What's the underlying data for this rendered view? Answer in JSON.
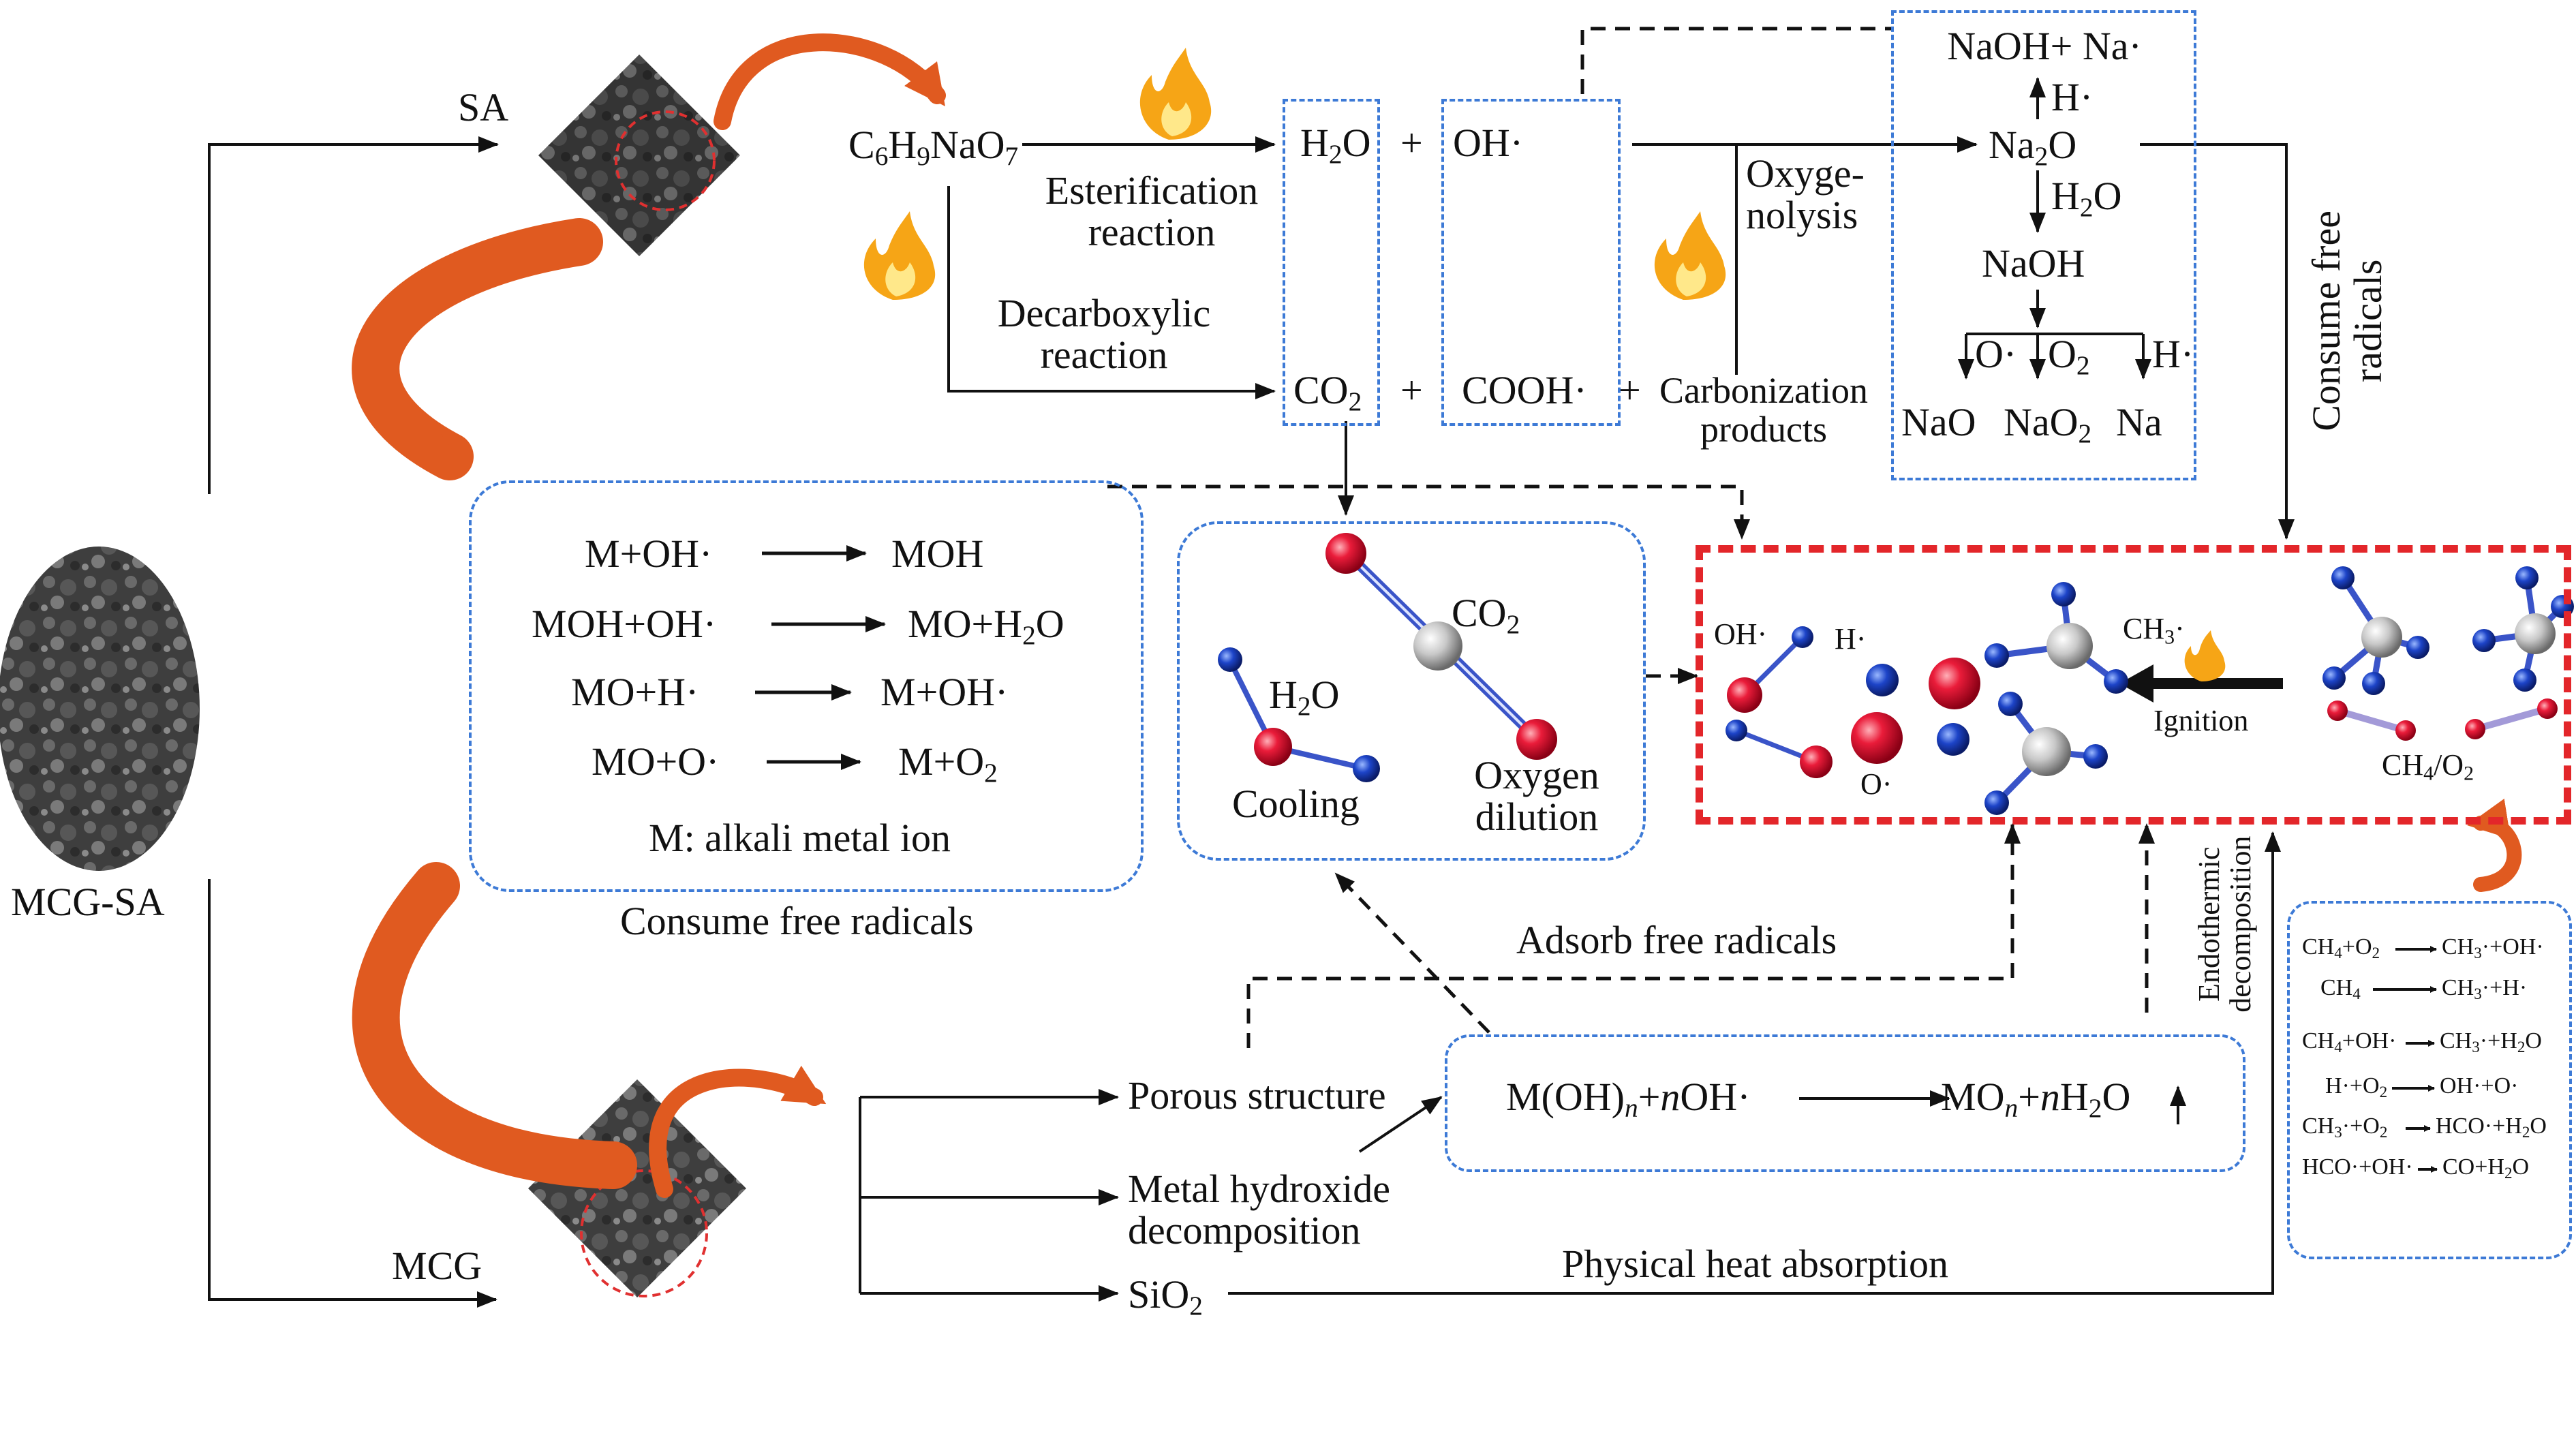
{
  "colors": {
    "flame": "#f08a24",
    "arrow_orange": "#e05a20",
    "blue_dash": "#3d7ad6",
    "red_dash": "#e3262a"
  },
  "materials": {
    "sa": "SA",
    "mcg": "MCG",
    "mcg_sa": "MCG-SA"
  },
  "top": {
    "sodium_alginate": "C6H9NaO7",
    "esterification": [
      "Esterification",
      "reaction"
    ],
    "decarboxylic": [
      "Decarboxylic",
      "reaction"
    ],
    "h2o": "H2O",
    "plus1": "+",
    "oh": "OH·",
    "co2": "CO2",
    "plus2": "+",
    "cooh": "COOH·",
    "plus3": "+",
    "carbonization": [
      "Carbonization",
      "products"
    ],
    "oxygenolysis": [
      "Oxyge-",
      "nolysis"
    ]
  },
  "sodium_box": {
    "naoh_na": "NaOH+ Na·",
    "h_label": "H·",
    "na2o": "Na2O",
    "h2o_label": "H2O",
    "naoh": "NaOH",
    "o_label": "O·",
    "o2_label": "O2",
    "h_label2": "H·",
    "nao": "NaO",
    "nao2": "NaO2",
    "na": "Na"
  },
  "consume_free_radicals_vertical": [
    "Consume free",
    "radicals"
  ],
  "reactions_box": {
    "lines": [
      [
        "M+OH·",
        "MOH"
      ],
      [
        "MOH+OH·",
        "MO+H2O"
      ],
      [
        "MO+H·",
        "M+OH·"
      ],
      [
        "MO+O·",
        "M+O2"
      ]
    ],
    "note": "M: alkali metal ion",
    "caption": "Consume free radicals"
  },
  "dilution_box": {
    "co2": "CO2",
    "h2o": "H2O",
    "cooling": "Cooling",
    "oxygen_dilution": [
      "Oxygen",
      "dilution"
    ]
  },
  "combustion_box": {
    "oh": "OH·",
    "h": "H·",
    "ch3": "CH3·",
    "o": "O·",
    "ignition": "Ignition",
    "ch4o2": "CH4/O2"
  },
  "bottom": {
    "adsorb": "Adsorb free radicals",
    "endothermic": [
      "Endothermic",
      "decomposition"
    ],
    "porous": "Porous structure",
    "metal_hydroxide": [
      "Metal hydroxide",
      "decomposition"
    ],
    "sio2": "SiO2",
    "physical_heat": "Physical heat absorption",
    "hydroxide_reaction": "M(OH)n+nOH·  →  MOn+nH2O ↑"
  },
  "chain_reactions": [
    [
      "CH4+O2",
      "CH3·+OH·"
    ],
    [
      "CH4",
      "CH3·+H·"
    ],
    [
      "CH4+OH·",
      "CH3·+H2O"
    ],
    [
      "H·+O2",
      "OH·+O·"
    ],
    [
      "CH3·+O2",
      "HCO·+H2O"
    ],
    [
      "HCO·+OH·",
      "CO+H2O"
    ]
  ]
}
